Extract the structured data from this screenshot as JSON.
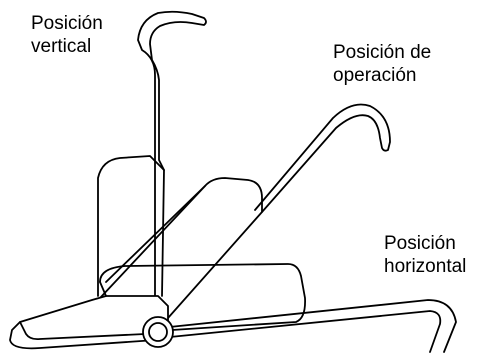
{
  "labels": {
    "vertical": {
      "line1": "Posición",
      "line2": "vertical"
    },
    "operation": {
      "line1": "Posición de",
      "line2": "operación"
    },
    "horizontal": {
      "line1": "Posición",
      "line2": "horizontal"
    }
  },
  "colors": {
    "stroke": "#000000",
    "fill": "#ffffff"
  }
}
